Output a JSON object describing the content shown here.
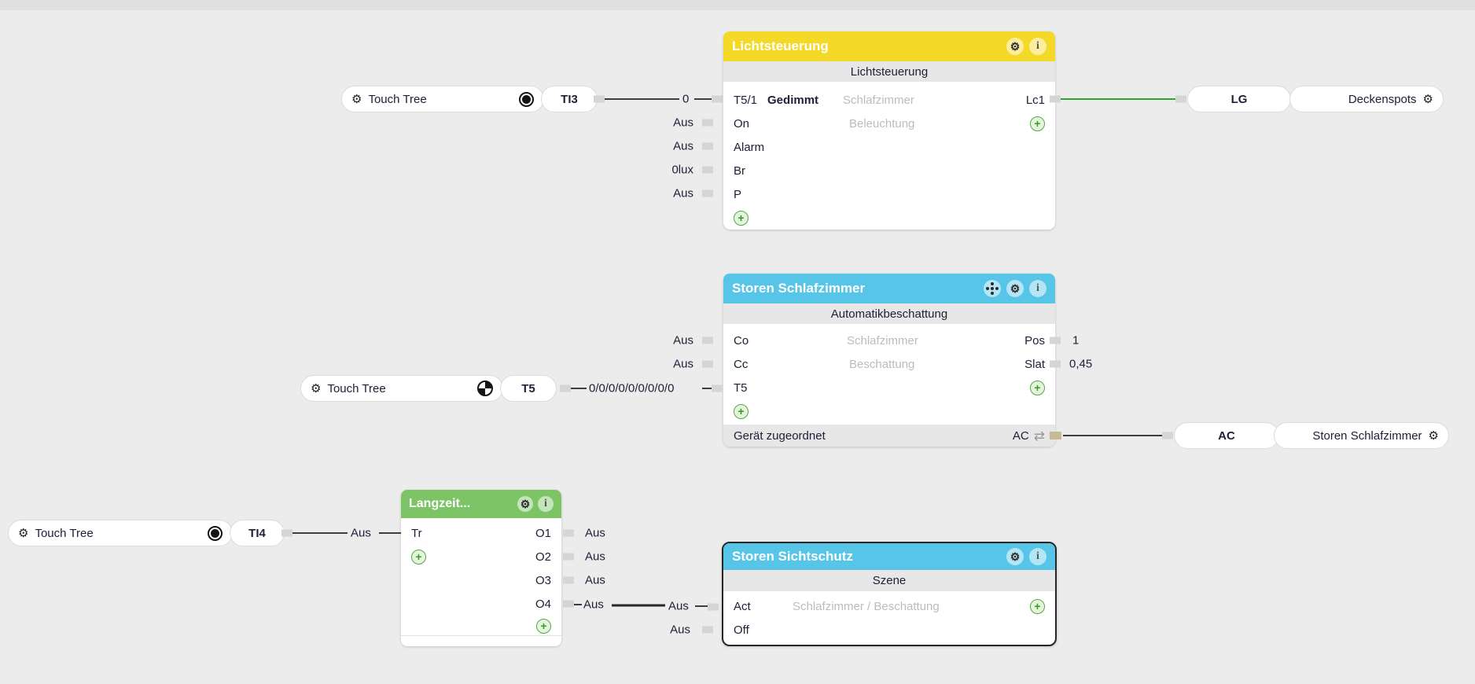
{
  "peripherals": {
    "ti3": {
      "label": "Touch Tree",
      "port": "TI3"
    },
    "t5": {
      "label": "Touch Tree",
      "port": "T5"
    },
    "ti4": {
      "label": "Touch Tree",
      "port": "TI4"
    },
    "lg": {
      "port": "LG",
      "label": "Deckenspots"
    },
    "ac": {
      "port": "AC",
      "label": "Storen Schlafzimmer"
    }
  },
  "wires": {
    "ti3_to_licht": "0",
    "t5_to_storen": "0/0/0/0/0/0/0/0/0",
    "ti4_to_langzeit": "Aus",
    "o4_out": "Aus",
    "act_in": "Aus"
  },
  "blocks": {
    "licht": {
      "title": "Lichtsteuerung",
      "subtitle": "Lichtsteuerung",
      "mode": "Gedimmt",
      "room": "Schlafzimmer",
      "category": "Beleuchtung",
      "inputs": [
        {
          "name": "T5/1"
        },
        {
          "name": "On",
          "value": "Aus"
        },
        {
          "name": "Alarm",
          "value": "Aus"
        },
        {
          "name": "Br",
          "value": "0lux"
        },
        {
          "name": "P",
          "value": "Aus"
        }
      ],
      "outputs": [
        {
          "name": "Lc1"
        }
      ]
    },
    "storen": {
      "title": "Storen Schlafzimmer",
      "subtitle": "Automatikbeschattung",
      "room": "Schlafzimmer",
      "category": "Beschattung",
      "inputs": [
        {
          "name": "Co",
          "value": "Aus"
        },
        {
          "name": "Cc",
          "value": "Aus"
        },
        {
          "name": "T5"
        }
      ],
      "outputs": [
        {
          "name": "Pos",
          "value": "1"
        },
        {
          "name": "Slat",
          "value": "0,45"
        }
      ],
      "footer": {
        "label": "Gerät zugeordnet",
        "port": "AC"
      }
    },
    "langzeit": {
      "title": "Langzeit...",
      "inputs": [
        {
          "name": "Tr"
        }
      ],
      "outputs": [
        {
          "name": "O1",
          "value": "Aus"
        },
        {
          "name": "O2",
          "value": "Aus"
        },
        {
          "name": "O3",
          "value": "Aus"
        },
        {
          "name": "O4"
        }
      ]
    },
    "szene": {
      "title": "Storen Sichtschutz",
      "subtitle": "Szene",
      "room_category": "Schlafzimmer / Beschattung",
      "inputs": [
        {
          "name": "Act"
        },
        {
          "name": "Off",
          "value": "Aus"
        }
      ]
    }
  },
  "icons": {
    "gear": "⚙",
    "info": "i",
    "plus": "+",
    "swap": "⇄"
  },
  "colors": {
    "header_lighting": "#F5D929",
    "header_shading": "#57C5E8",
    "header_logic": "#7CC466",
    "wire_active": "#2EA32E",
    "canvas": "#ECECEC"
  }
}
